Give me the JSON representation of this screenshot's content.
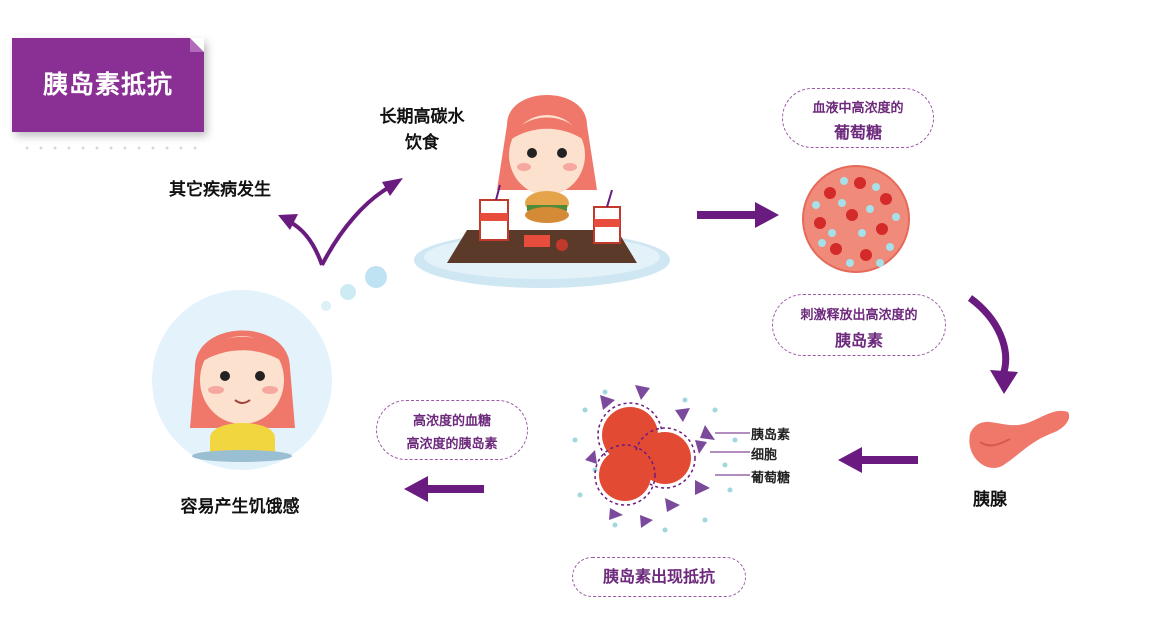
{
  "title": "胰岛素抵抗",
  "labels": {
    "high_carb_line1": "长期高碳水",
    "high_carb_line2": "饮食",
    "other_disease": "其它疾病发生",
    "hunger": "容易产生饥饿感",
    "pancreas": "胰腺"
  },
  "pills": {
    "blood_sugar": {
      "line1": "血液中高浓度的",
      "line2": "葡萄糖"
    },
    "stimulate": {
      "line1": "刺激释放出高浓度的",
      "line2": "胰岛素"
    },
    "high_both": {
      "line1": "高浓度的血糖",
      "line2": "高浓度的胰岛素"
    },
    "resistance": "胰岛素出现抵抗"
  },
  "cell_legend": [
    "胰岛素",
    "细胞",
    "葡萄糖"
  ],
  "colors": {
    "brand_purple": "#8a2f94",
    "arrow_purple": "#6a1b7f",
    "pill_border": "#9b5aa5",
    "cell_red": "#e34a33",
    "hair": "#f0786a"
  }
}
